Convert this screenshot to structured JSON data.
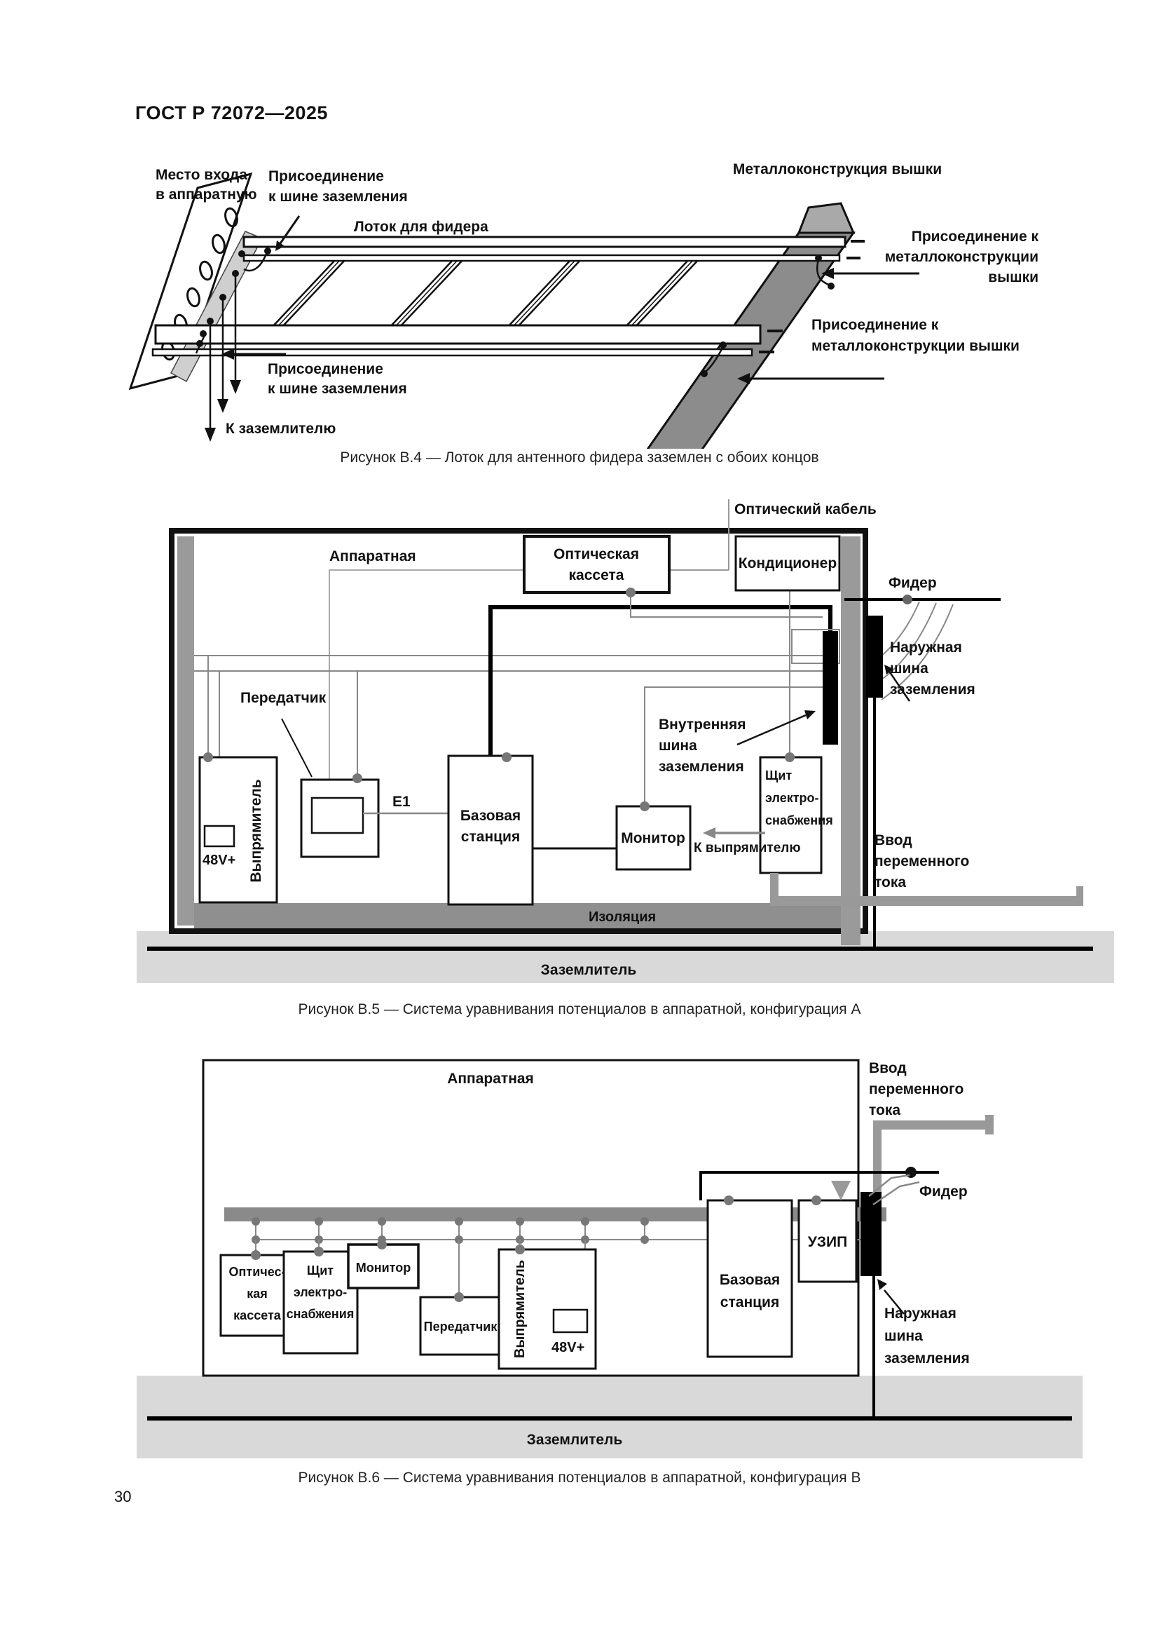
{
  "page": {
    "header": "ГОСТ Р 72072—2025",
    "number": "30"
  },
  "colors": {
    "beam_gray": "#8c8c8c",
    "bus_gray": "#8a8a8a",
    "wall_gray": "#9a9a9a",
    "ground_band_gray": "#d9d9d9",
    "insulation_gray": "#8f8f8f",
    "bar_black": "#000000"
  },
  "fig_b4": {
    "caption": "Рисунок В.4 — Лоток для антенного фидера заземлен с обоих концов",
    "labels": {
      "entry_l1": "Место входа",
      "entry_l2": "в аппаратную",
      "bus_top_l1": "Присоединение",
      "bus_top_l2": "к шине заземления",
      "tray": "Лоток для фидера",
      "tower": "Металлоконструкция вышки",
      "tower1_l1": "Присоединение к",
      "tower1_l2": "металлоконструкции",
      "tower1_l3": "вышки",
      "tower2_l1": "Присоединение к",
      "tower2_l2": "металлоконструкции вышки",
      "bus_bot_l1": "Присоединение",
      "bus_bot_l2": "к шине заземления",
      "to_earth": "К заземлителю"
    }
  },
  "fig_b5": {
    "caption": "Рисунок В.5 — Система уравнивания потенциалов в аппаратной, конфигурация А",
    "labels": {
      "room": "Аппаратная",
      "optical_cable": "Оптический кабель",
      "feeder": "Фидер",
      "e1": "Е1",
      "to_rectifier": "К выпрямителю",
      "internal_bus_l1": "Внутренняя",
      "internal_bus_l2": "шина",
      "internal_bus_l3": "заземления",
      "external_bus_l1": "Наружная",
      "external_bus_l2": "шина",
      "external_bus_l3": "заземления",
      "ac_l1": "Ввод",
      "ac_l2": "переменного",
      "ac_l3": "тока",
      "insulation": "Изоляция",
      "earth": "Заземлитель",
      "v48": "48V+"
    },
    "boxes": {
      "cassette_l1": "Оптическая",
      "cassette_l2": "кассета",
      "conditioner": "Кондиционер",
      "rectifier": "Выпрямитель",
      "transmitter": "Передатчик",
      "base_l1": "Базовая",
      "base_l2": "станция",
      "monitor": "Монитор",
      "panel_l1": "Щит",
      "panel_l2": "электро-",
      "panel_l3": "снабжения"
    }
  },
  "fig_b6": {
    "caption": "Рисунок В.6 — Система уравнивания потенциалов в аппаратной, конфигурация В",
    "labels": {
      "room": "Аппаратная",
      "ac_l1": "Ввод",
      "ac_l2": "переменного",
      "ac_l3": "тока",
      "feeder": "Фидер",
      "external_bus_l1": "Наружная",
      "external_bus_l2": "шина",
      "external_bus_l3": "заземления",
      "earth": "Заземлитель",
      "v48": "48V+"
    },
    "boxes": {
      "cassette_l1": "Оптичес-",
      "cassette_l2": "кая",
      "cassette_l3": "кассета",
      "panel_l1": "Щит",
      "panel_l2": "электро-",
      "panel_l3": "снабжения",
      "monitor": "Монитор",
      "transmitter": "Передатчик",
      "rectifier": "Выпрямитель",
      "base_l1": "Базовая",
      "base_l2": "станция",
      "spd": "УЗИП"
    }
  }
}
